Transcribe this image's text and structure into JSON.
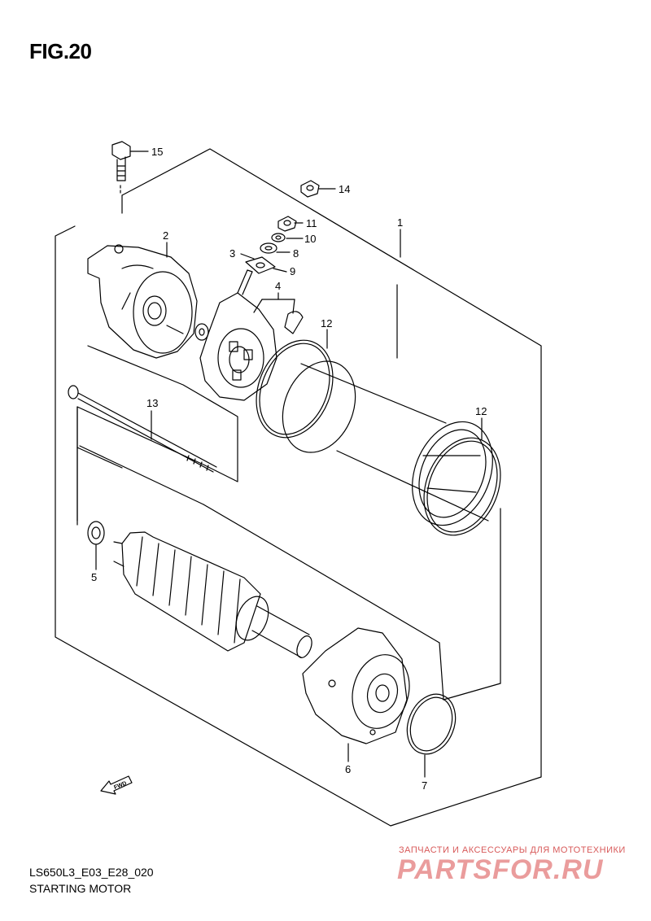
{
  "figure": {
    "title": "FIG.20"
  },
  "footer": {
    "model_code": "LS650L3_E03_E28_020",
    "section_title": "STARTING MOTOR"
  },
  "watermark": {
    "tagline": "ЗАПЧАСТИ И АКСЕССУАРЫ ДЛЯ МОТОТЕХНИКИ",
    "brand": "PARTSFOR.RU"
  },
  "fwd_marker": {
    "label": "FWD"
  },
  "callouts": {
    "c1": "1",
    "c2": "2",
    "c3": "3",
    "c4": "4",
    "c5": "5",
    "c6": "6",
    "c7": "7",
    "c8": "8",
    "c9": "9",
    "c10": "10",
    "c11": "11",
    "c12a": "12",
    "c12b": "12",
    "c13": "13",
    "c14": "14",
    "c15": "15"
  },
  "colors": {
    "line": "#000000",
    "watermark": "#d84a4a"
  }
}
